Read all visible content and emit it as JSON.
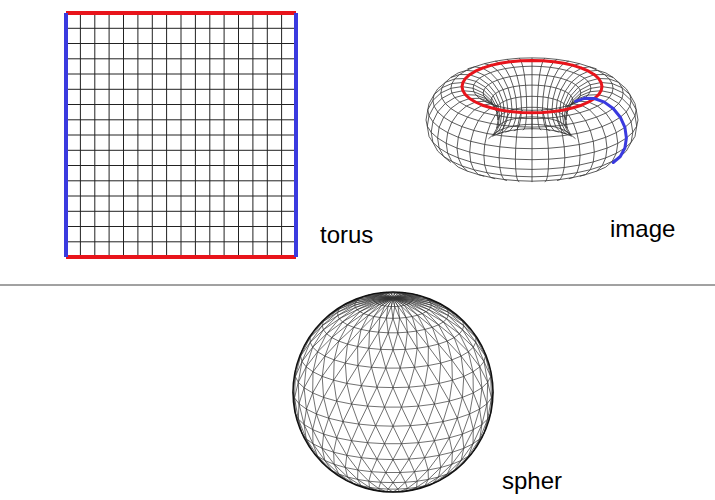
{
  "diagram": {
    "labels": [
      "torus",
      "image",
      "spher"
    ]
  }
}
